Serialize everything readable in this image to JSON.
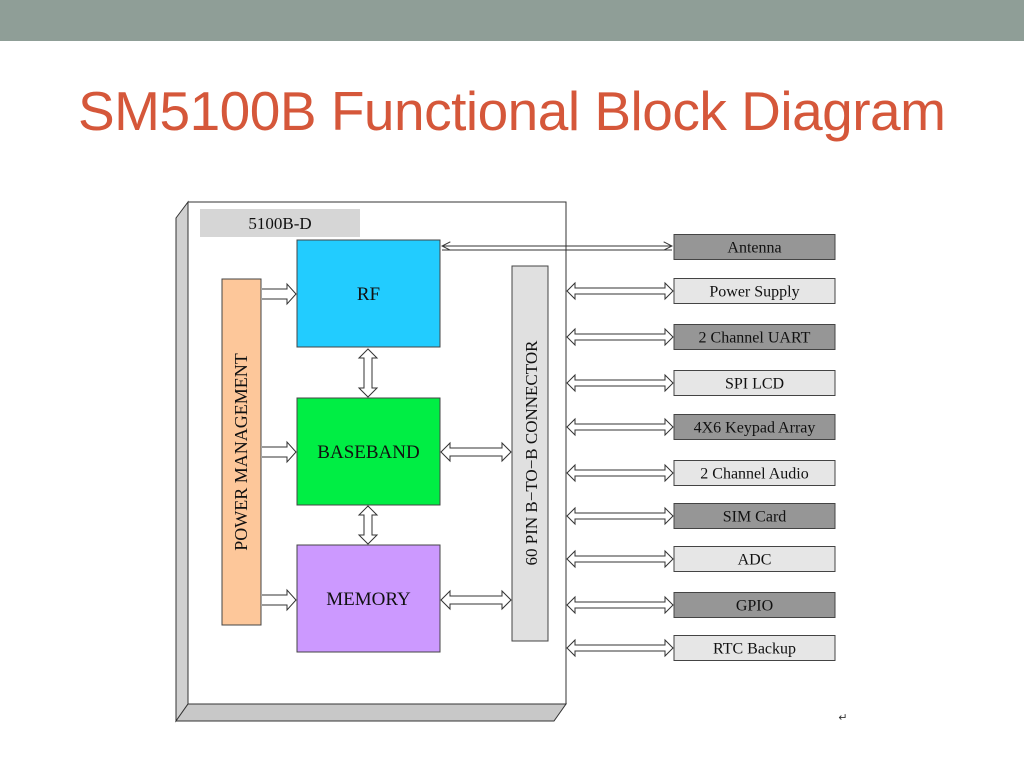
{
  "slide": {
    "title": "SM5100B Functional Block Diagram"
  },
  "diagram": {
    "module_label": "5100B-D",
    "blocks": {
      "rf": "RF",
      "baseband": "BASEBAND",
      "memory": "MEMORY",
      "power_management": "POWER MANAGEMENT",
      "connector": "60 PIN B−TO−B CONNECTOR"
    },
    "interfaces": [
      "Antenna",
      "Power Supply",
      "2 Channel UART",
      "SPI LCD",
      "4X6 Keypad Array",
      "2 Channel Audio",
      "SIM Card",
      "ADC",
      "GPIO",
      "RTC Backup"
    ],
    "return_mark": "↵",
    "colors": {
      "rf": "#22ccff",
      "baseband": "#00ee44",
      "memory": "#cc99ff",
      "power_management": "#fdc79a",
      "connector": "#e0e0e0",
      "interface_dark": "#969696",
      "interface_light": "#e6e6e6",
      "title": "#d5573a",
      "top_bar": "#8f9e97"
    }
  }
}
